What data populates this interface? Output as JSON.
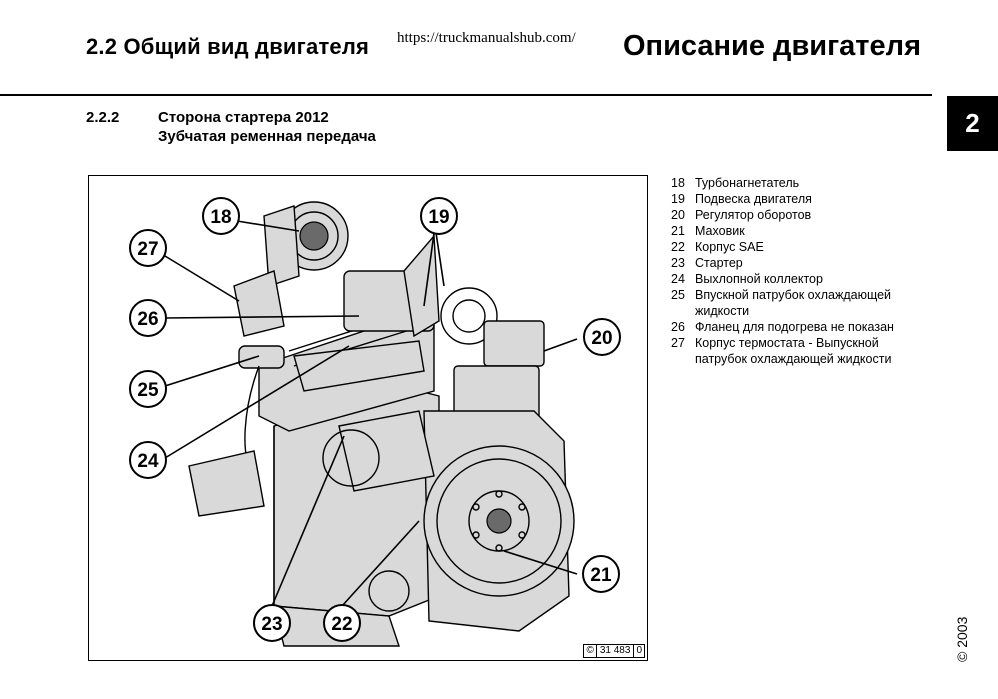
{
  "header": {
    "section_title": "2.2  Общий вид двигателя",
    "source_url": "https://truckmanualshub.com/",
    "chapter_title": "Описание двигателя",
    "chapter_tab": "2"
  },
  "subsection": {
    "number": "2.2.2",
    "title_line1": "Сторона стартера 2012",
    "title_line2": "Зубчатая ременная передача"
  },
  "figure": {
    "reference": {
      "copyright_mark": "©",
      "number": "31 483",
      "suffix": "0"
    },
    "callouts": [
      "18",
      "19",
      "27",
      "26",
      "20",
      "25",
      "24",
      "21",
      "23",
      "22"
    ]
  },
  "legend": [
    {
      "num": "18",
      "text": "Турбонагнетатель"
    },
    {
      "num": "19",
      "text": "Подвеска двигателя"
    },
    {
      "num": "20",
      "text": "Регулятор оборотов"
    },
    {
      "num": "21",
      "text": "Маховик"
    },
    {
      "num": "22",
      "text": "Корпус SAE"
    },
    {
      "num": "23",
      "text": "Стартер"
    },
    {
      "num": "24",
      "text": "Выхлопной коллектор"
    },
    {
      "num": "25",
      "text": "Впускной патрубок охлаждающей жидкости"
    },
    {
      "num": "26",
      "text": "Фланец для подогрева не показан"
    },
    {
      "num": "27",
      "text": "Корпус термостата - Выпускной патрубок охлаждающей жидкости"
    }
  ],
  "footer": {
    "copyright": "© 2003"
  }
}
